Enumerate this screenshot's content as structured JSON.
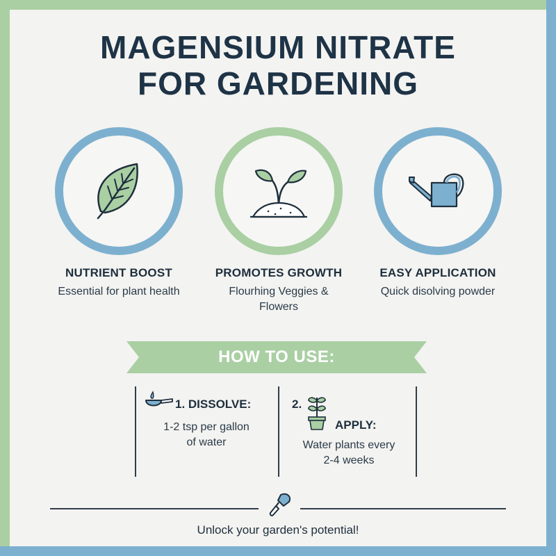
{
  "title": {
    "line1": "MAGENSIUM NITRATE",
    "line2": "FOR GARDENING"
  },
  "features": [
    {
      "icon": "leaf-icon",
      "title": "NUTRIENT BOOST",
      "desc": "Essential for plant health"
    },
    {
      "icon": "sprout-icon",
      "title": "PROMOTES GROWTH",
      "desc": "Flourhing Veggies & Flowers"
    },
    {
      "icon": "watering-can-icon",
      "title": "EASY APPLICATION",
      "desc": "Quick disolving powder"
    }
  ],
  "how_to": {
    "banner": "HOW TO USE:",
    "steps": [
      {
        "icon": "scoop-icon",
        "label": "1. DISSOLVE:",
        "desc": "1-2 tsp per gallon of water"
      },
      {
        "icon": "potted-plant-icon",
        "number": "2.",
        "label": "APPLY:",
        "desc": "Water plants every 2-4 weeks"
      }
    ]
  },
  "footer": {
    "icon": "trowel-icon",
    "tagline": "Unlock your garden's potential!"
  },
  "colors": {
    "blue_accent": "#7db0cf",
    "green_accent": "#a9cfa3",
    "title_color": "#1e3346",
    "background": "#f3f3f1"
  }
}
